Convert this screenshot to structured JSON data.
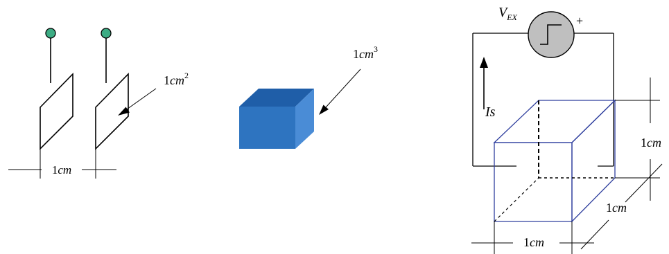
{
  "electrodes": {
    "area_label_num": "1",
    "area_label_unit": "cm",
    "area_label_exp": "2",
    "spacing_label_num": "1",
    "spacing_label_unit": "cm",
    "terminal_color": "#3dac84"
  },
  "cube": {
    "volume_label_num": "1",
    "volume_label_unit": "cm",
    "volume_label_exp": "3",
    "front_color": "#2e74c0",
    "top_color": "#1f5ea8",
    "side_color": "#4a8cd6"
  },
  "circuit": {
    "source_label_main": "V",
    "source_label_sub": "EX",
    "source_polarity": "+",
    "source_fill": "#bfbfbf",
    "current_label": "Is",
    "cube_edge_color": "#2f3f9e",
    "dim_height_num": "1",
    "dim_height_unit": "cm",
    "dim_depth_num": "1",
    "dim_depth_unit": "cm",
    "dim_width_num": "1",
    "dim_width_unit": "cm"
  }
}
